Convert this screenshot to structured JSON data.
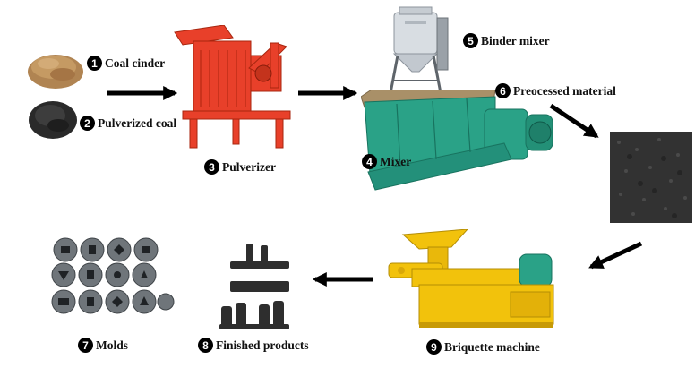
{
  "steps": [
    {
      "num": "1",
      "label": "Coal cinder"
    },
    {
      "num": "2",
      "label": "Pulverized coal"
    },
    {
      "num": "3",
      "label": "Pulverizer"
    },
    {
      "num": "4",
      "label": "Mixer"
    },
    {
      "num": "5",
      "label": "Binder mixer"
    },
    {
      "num": "6",
      "label": "Preocessed material"
    },
    {
      "num": "7",
      "label": "Molds"
    },
    {
      "num": "8",
      "label": "Finished products"
    },
    {
      "num": "9",
      "label": "Briquette machine"
    }
  ],
  "colors": {
    "pulverizer": "#e8402a",
    "mixer": "#2aa287",
    "briquette_machine": "#f2c20c",
    "arrow": "#000000"
  }
}
